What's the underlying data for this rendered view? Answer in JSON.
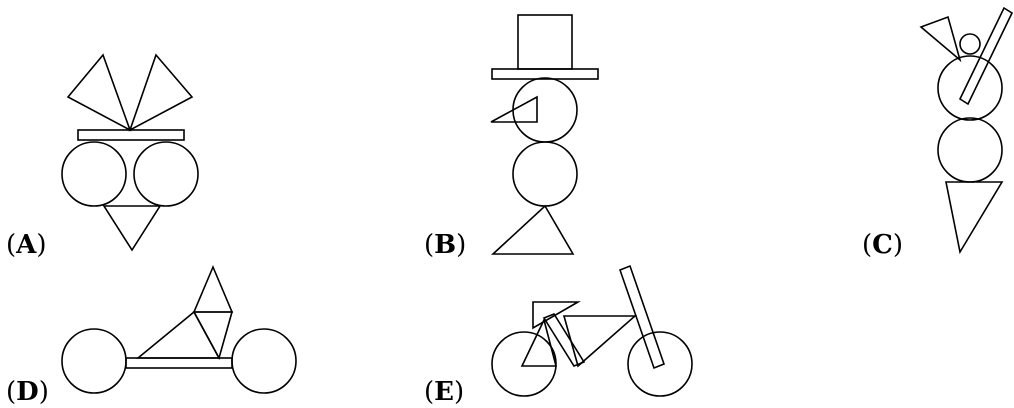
{
  "figures": [
    {
      "id": "A",
      "letter": "A",
      "open": "(",
      "close": ")",
      "label": "(A)"
    },
    {
      "id": "B",
      "letter": "B",
      "open": "(",
      "close": ")",
      "label": "(B)"
    },
    {
      "id": "C",
      "letter": "C",
      "open": "(",
      "close": ")",
      "label": "(C)"
    },
    {
      "id": "D",
      "letter": "D",
      "open": "(",
      "close": ")",
      "label": "(D)"
    },
    {
      "id": "E",
      "letter": "E",
      "open": "(",
      "close": ")",
      "label": "(E)"
    }
  ]
}
